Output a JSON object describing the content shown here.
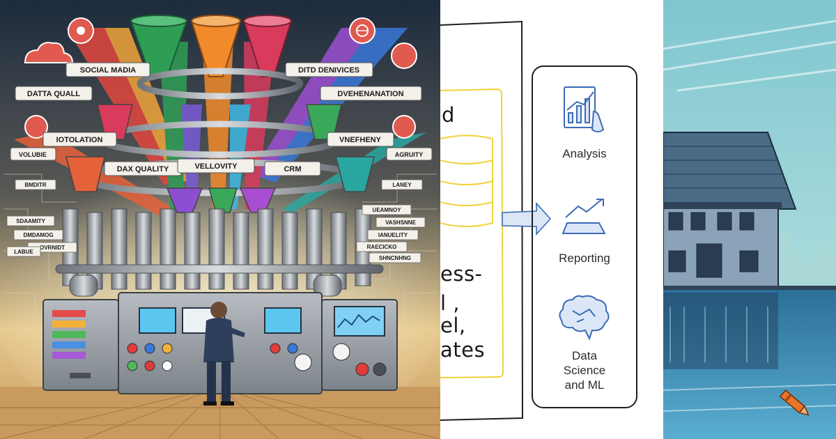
{
  "machine_panel": {
    "funnel_labels": {
      "social_media": "SOCIAL MADIA",
      "devices": "DITD DENIVICES",
      "data_quality_top": "DATTA QUALL",
      "dvehenanation": "DVEHENANATION",
      "iotolation": "IOTOLATION",
      "vnefheny": "VNEFHENY",
      "volubie": "VOLUBIE",
      "agrulity": "AGRUITY",
      "dax_quality": "DAX QUALITY",
      "vellovity": "VELLOVITY",
      "crm": "CRM"
    },
    "side_labels": {
      "bmditr": "BMDITR",
      "laney": "LANEY",
      "sdaamity": "SDAAMITY",
      "ueamnoy": "UEAMNOY",
      "vashsnne": "VASHSNNE",
      "dmdamog": "DMDAMOG",
      "ianuelity": "IANUELITY",
      "ovrnidt": "OVRNIDT",
      "raecicko": "RAECICKO",
      "labue": "LABUE",
      "shncnhng": "SHNCNHNG"
    },
    "colors": {
      "background_top": "#1d2b3d",
      "floor": "#c99a5e",
      "panel": "#9aa1a8",
      "cloud_icon": "#e05a4f"
    }
  },
  "diagram_panel": {
    "handwritten_lines": {
      "line1": "d",
      "line2": "ess-",
      "line3": "l ,",
      "line4": "el,",
      "line5": "ates"
    },
    "destinations": {
      "analysis": "Analysis",
      "reporting": "Reporting",
      "data_science": [
        "Data",
        "Science",
        "and ML"
      ]
    },
    "colors": {
      "highlight": "#f2d23a",
      "icon_blue": "#3b6bb5",
      "arrow_fill": "#dbe6f7"
    }
  },
  "house_panel": {
    "colors": {
      "sky": "#8fd2d8",
      "water": "#3b8fb8",
      "crayon": "#e8742a"
    }
  }
}
